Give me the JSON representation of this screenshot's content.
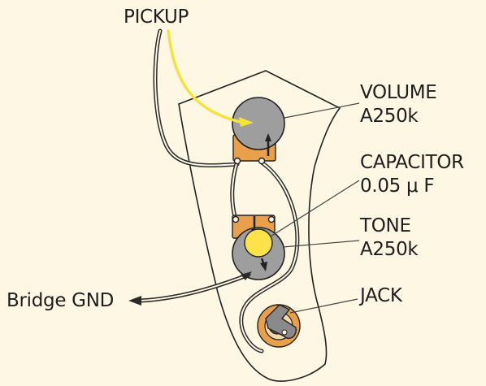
{
  "labels": {
    "pickup": "PICKUP",
    "volume_name": "VOLUME",
    "volume_value": "A250k",
    "capacitor_name": "CAPACITOR",
    "capacitor_value": "0.05 μ F",
    "tone_name": "TONE",
    "tone_value": "A250k",
    "jack": "JACK",
    "bridge_gnd": "Bridge GND"
  },
  "colors": {
    "background": "#fdf7e3",
    "pickguard_line": "#222222",
    "pot_body": "#9e9e9e",
    "pot_terminal": "#e9a04a",
    "capacitor": "#fde24a",
    "pickup_wire": "#f5e33c",
    "wire": "#2b2b2b",
    "jack_ring": "#e9a04a",
    "jack_center": "#555555"
  }
}
